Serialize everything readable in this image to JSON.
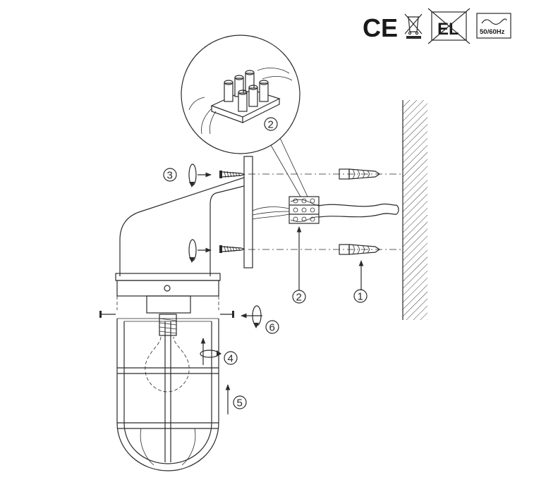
{
  "certifications": {
    "ce": "CE",
    "el": "EL",
    "frequency": "50/60Hz"
  },
  "callouts": {
    "c1": "1",
    "c2_detail": "2",
    "c2": "2",
    "c3": "3",
    "c4": "4",
    "c5": "5",
    "c6": "6"
  },
  "icons": [
    "ce-mark-icon",
    "weee-bin-icon",
    "el-crossed-icon",
    "ac-frequency-icon",
    "rotate-arrow-icon",
    "straight-arrow-icon"
  ]
}
